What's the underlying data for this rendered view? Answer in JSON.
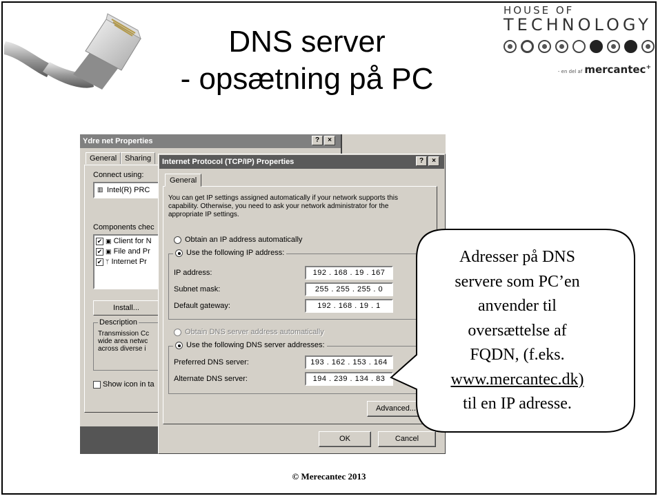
{
  "slide": {
    "title_lines": [
      "DNS server",
      "- opsætning på PC"
    ],
    "footer": "© Merecantec 2013"
  },
  "logo": {
    "line1": "HOUSE OF",
    "line2": "TECHNOLOGY",
    "tagline": "- en del af",
    "brand": "mercantec",
    "brand_mark": "+"
  },
  "back_window": {
    "title": "Ydre net Properties",
    "help_btn": "?",
    "close_btn": "×",
    "tabs": [
      "General",
      "Sharing"
    ],
    "connect_using_label": "Connect using:",
    "adapter": "Intel(R) PRC",
    "components_label": "Components chec",
    "components": [
      {
        "check": "✔",
        "label": "Client for N"
      },
      {
        "check": "✔",
        "label": "File and Pr"
      },
      {
        "check": "✔",
        "label": "Internet Pr"
      }
    ],
    "install_btn": "Install...",
    "description_label": "Description",
    "description_lines": [
      "Transmission Cc",
      "wide area netwc",
      "across diverse i"
    ],
    "show_icon_label": "Show icon in ta"
  },
  "front_window": {
    "title": "Internet Protocol (TCP/IP) Properties",
    "help_btn": "?",
    "close_btn": "×",
    "tab": "General",
    "intro": "You can get IP settings assigned automatically if your network supports this capability. Otherwise, you need to ask your network administrator for the appropriate IP settings.",
    "obtain_ip_auto": "Obtain an IP address automatically",
    "use_following_ip": "Use the following IP address:",
    "ip_fields": [
      {
        "label": "IP address:",
        "value": "192 . 168 . 19 . 167"
      },
      {
        "label": "Subnet mask:",
        "value": "255 . 255 . 255 .  0"
      },
      {
        "label": "Default gateway:",
        "value": "192 . 168 . 19 .  1"
      }
    ],
    "obtain_dns_auto": "Obtain DNS server address automatically",
    "use_following_dns": "Use the following DNS server addresses:",
    "dns_fields": [
      {
        "label": "Preferred DNS server:",
        "value": "193 . 162 . 153 . 164"
      },
      {
        "label": "Alternate DNS server:",
        "value": "194 . 239 . 134 .  83"
      }
    ],
    "advanced_btn": "Advanced...",
    "ok_btn": "OK",
    "cancel_btn": "Cancel"
  },
  "callout": {
    "lines": [
      "Adresser på DNS",
      "servere som PC’en",
      "anvender til",
      "oversættelse af",
      "FQDN, (f.eks.",
      "www.mercantec.dk)",
      "til en IP adresse."
    ]
  }
}
